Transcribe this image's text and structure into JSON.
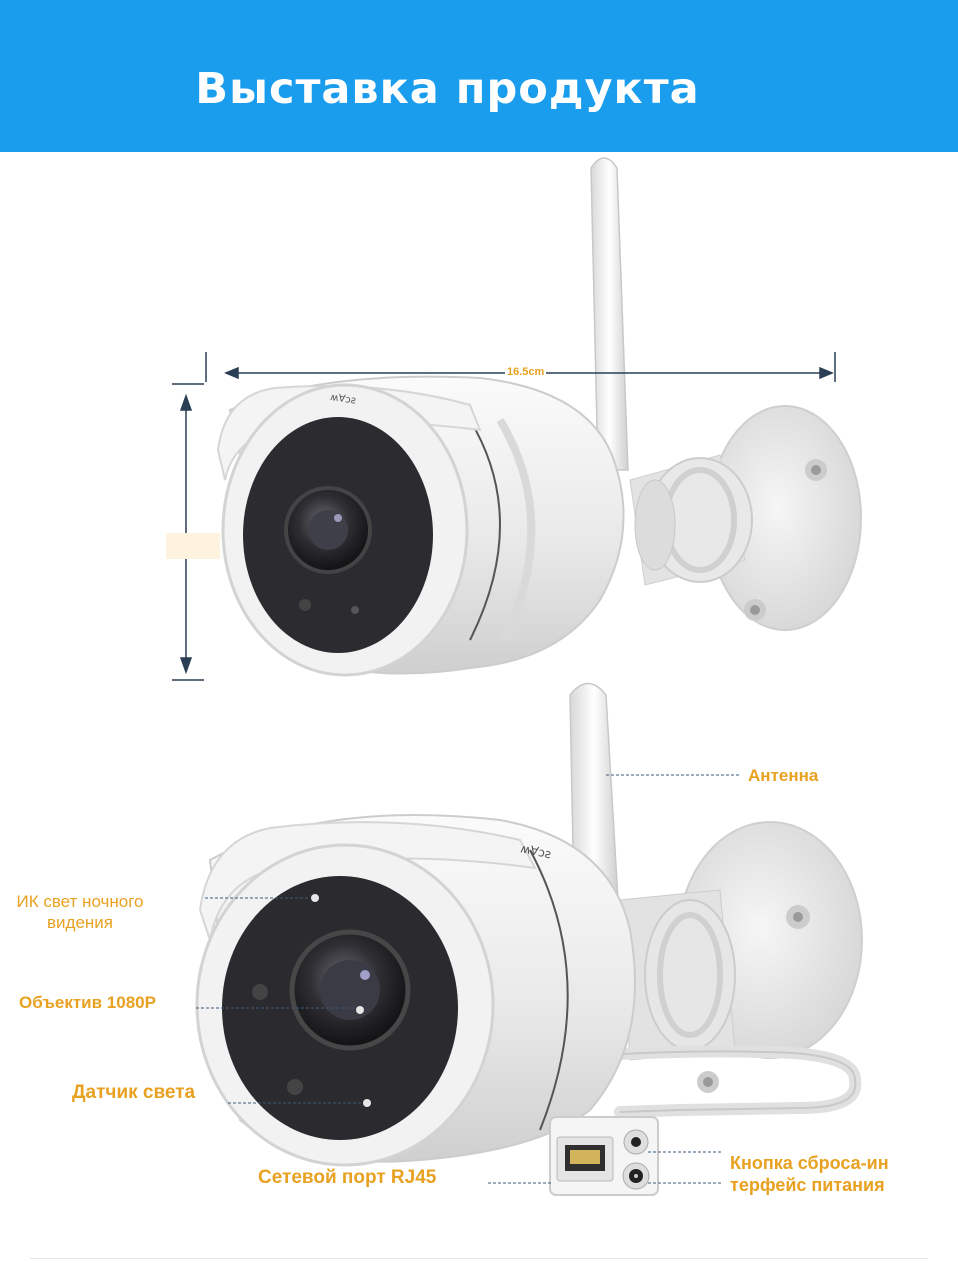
{
  "header": {
    "title": "Выставка продукта"
  },
  "dimensions": {
    "width_label": "16.5cm"
  },
  "callouts": {
    "antenna": "Антенна",
    "ir_line1": "ИК свет ночного",
    "ir_line2": "видения",
    "lens": "Объектив 1080P",
    "light_sensor": "Датчик света",
    "rj45": "Сетевой порт RJ45",
    "reset_line1": "Кнопка сброса-ин",
    "reset_line2": "терфейс питания"
  },
  "colors": {
    "banner": "#1a9ded",
    "label": "#e8a121",
    "body": "#eeeeee",
    "lens_face": "#2b2b2b"
  }
}
